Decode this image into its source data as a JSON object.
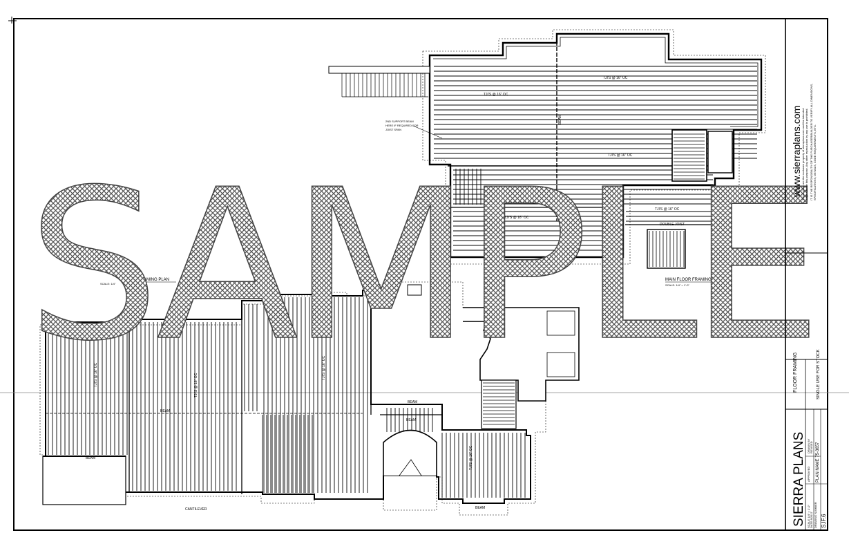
{
  "watermark": "SAMPLE",
  "title_block": {
    "company": "SIERRA PLANS",
    "website": "www.sierraplans.com",
    "sheet_title": "FLOOR FRAMING",
    "usage": "SINGLE USE FOR STOCK",
    "plan_name": "PLAN NAME  75-3657",
    "sheet_no": "S.IF.6",
    "scale": "SCALE 1/4\" = 1'-0\"",
    "date": "DATE  8/2017",
    "drawing_number": "DRAWING NUMBER",
    "approved": "APPROVED",
    "drawn_by": "DRAWN BY",
    "revised": "REVISED",
    "disclaimer_1": "These plans are the exclusive property of sierraplans.com and the intended",
    "disclaimer_2": "single use for this purpose. Any other reproduction by any use is prohibited.",
    "disclaimer_3": "IT IS THE RESPONSIBILITY OF THE PURCHASER/BUILDER TO VERIFY ALL DIMENSIONS,",
    "disclaimer_4": "SPECIFICATIONS, DETAILS, CODE REQUIREMENTS, ETC."
  },
  "upper_plan": {
    "title": "MAIN FLOOR FRAMING",
    "scale": "SCALE: 1/4\" = 1'-0\"",
    "support_note_1": "2ND SUPPORT BEAM",
    "support_note_2": "HERE IF REQUIRED FOR",
    "support_note_3": "JOIST SPAN",
    "double_joist": "DOUBLE JOIST",
    "beam": "BEAM",
    "joist_labels": [
      "TJI'S @ 16\" OC",
      "TJI'S @ 16\" OC",
      "TJI'S @ 16\" OC",
      "TJI'S @ 16\" OC",
      "TJI'S @ 16\" OC"
    ]
  },
  "lower_plan": {
    "title": "FRAMING PLAN",
    "scale": "SCALE: 1/4\"",
    "cantilever": "CANTILEVER",
    "beam": "BEAM",
    "joist": "TJI'S @ 16\" OC"
  }
}
